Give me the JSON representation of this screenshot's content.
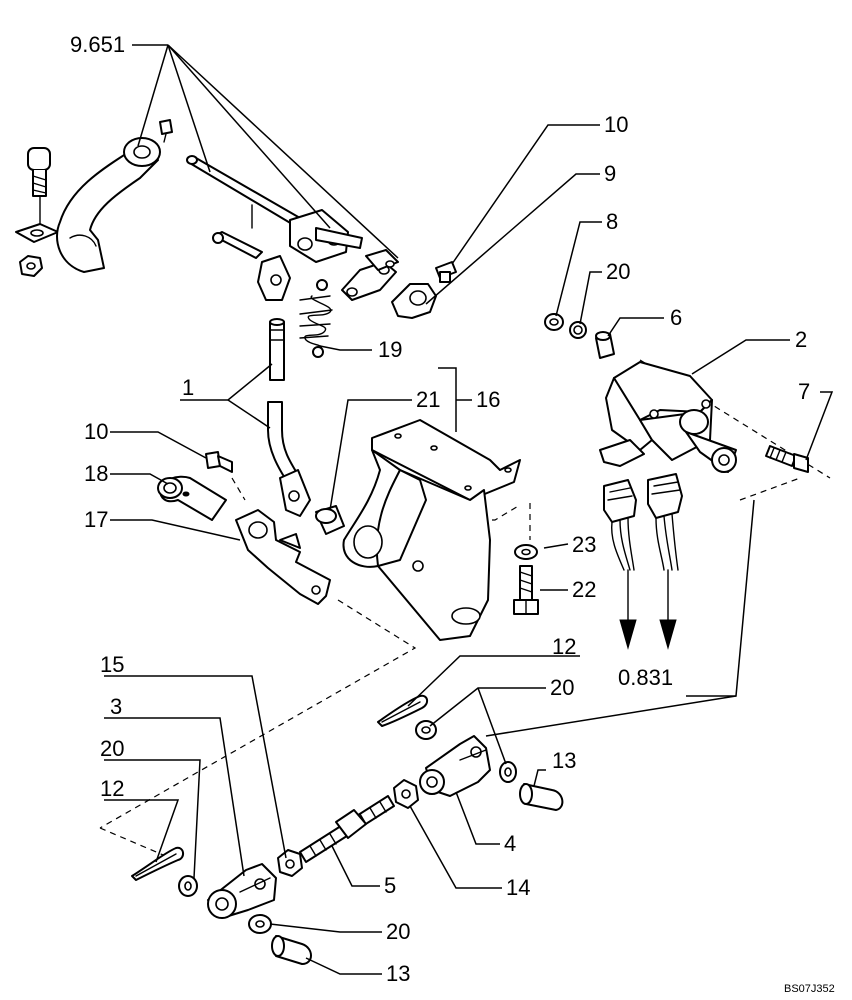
{
  "labels": {
    "l_9651": "9.651",
    "l_10a": "10",
    "l_9": "9",
    "l_8": "8",
    "l_20a": "20",
    "l_6": "6",
    "l_2": "2",
    "l_7": "7",
    "l_19": "19",
    "l_1": "1",
    "l_21": "21",
    "l_16": "16",
    "l_10b": "10",
    "l_18": "18",
    "l_17": "17",
    "l_23": "23",
    "l_22": "22",
    "l_0831": "0.831",
    "l_12a": "12",
    "l_20b": "20",
    "l_15": "15",
    "l_3": "3",
    "l_13a": "13",
    "l_20c": "20",
    "l_12b": "12",
    "l_4": "4",
    "l_14": "14",
    "l_5": "5",
    "l_20d": "20",
    "l_13b": "13"
  },
  "drawing_code": "BS07J352"
}
